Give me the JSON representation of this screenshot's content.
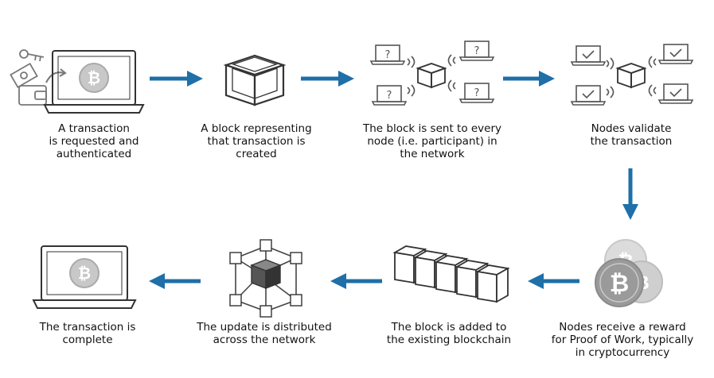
{
  "diagram": {
    "steps": [
      {
        "lines": [
          "A transaction",
          "is requested and",
          "authenticated"
        ]
      },
      {
        "lines": [
          "A block representing",
          "that transaction is",
          "created"
        ]
      },
      {
        "lines": [
          "The block is sent to every",
          "node (i.e. participant) in",
          "the network"
        ]
      },
      {
        "lines": [
          "Nodes validate",
          "the transaction"
        ]
      },
      {
        "lines": [
          "Nodes receive a reward",
          "for Proof of Work, typically",
          "in cryptocurrency"
        ]
      },
      {
        "lines": [
          "The block is added to",
          "the existing blockchain"
        ]
      },
      {
        "lines": [
          "The update is distributed",
          "across the network"
        ]
      },
      {
        "lines": [
          "The transaction is",
          "complete"
        ]
      }
    ],
    "icons": {
      "node_unvalidated": "?",
      "node_validated": "✓",
      "currency": "bitcoin"
    },
    "colors": {
      "arrow": "#1f6fa8",
      "line": "#333333",
      "coin": "#9a9a9a",
      "cube_core": "#555555"
    }
  }
}
